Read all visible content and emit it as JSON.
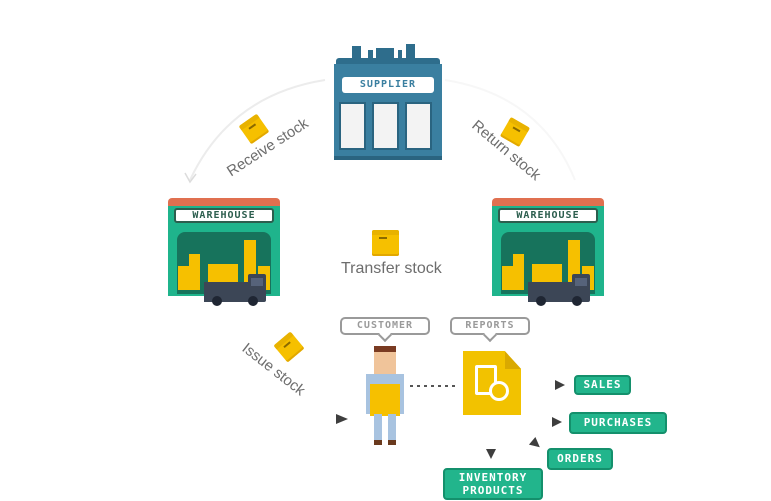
{
  "diagram": {
    "nodes": {
      "supplier": {
        "label": "SUPPLIER"
      },
      "warehouse_left": {
        "label": "WAREHOUSE"
      },
      "warehouse_right": {
        "label": "WAREHOUSE"
      },
      "customer": {
        "label": "CUSTOMER"
      },
      "reports": {
        "label": "REPORTS"
      }
    },
    "flows": {
      "receive": "Receive stock",
      "return": "Return stock",
      "transfer": "Transfer stock",
      "issue": "Issue stock"
    },
    "report_outputs": [
      {
        "label": "SALES"
      },
      {
        "label": "PURCHASES"
      },
      {
        "label": "ORDERS"
      },
      {
        "label": "INVENTORY PRODUCTS"
      }
    ],
    "colors": {
      "supplier": "#3a7fa0",
      "warehouse": "#1fb48c",
      "roof": "#e07050",
      "box": "#f6c000",
      "badge": "#22b58c",
      "truck": "#3c4656"
    }
  }
}
